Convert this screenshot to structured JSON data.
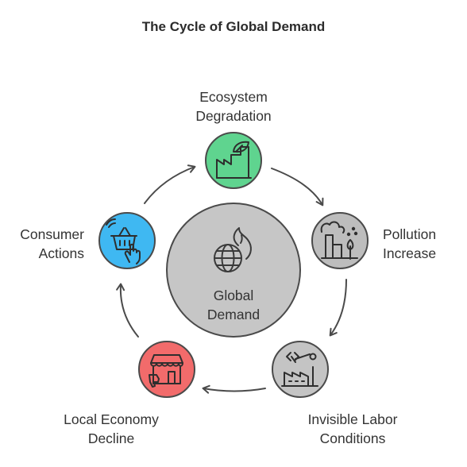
{
  "title": "The Cycle of Global Demand",
  "center": {
    "line1": "Global",
    "line2": "Demand",
    "icon": "globe-with-flame-icon"
  },
  "nodes": [
    {
      "id": "ecosystem",
      "line1": "Ecosystem",
      "line2": "Degradation",
      "color": "#5fd48f",
      "icon": "factory-leaf-icon"
    },
    {
      "id": "pollution",
      "line1": "Pollution",
      "line2": "Increase",
      "color": "#bdbdbd",
      "icon": "smokestack-tree-icon"
    },
    {
      "id": "labor",
      "line1": "Invisible Labor",
      "line2": "Conditions",
      "color": "#c4c4c4",
      "icon": "factory-robot-arm-icon"
    },
    {
      "id": "local",
      "line1": "Local Economy",
      "line2": "Decline",
      "color": "#f26b6b",
      "icon": "storefront-thumbs-down-icon"
    },
    {
      "id": "consumer",
      "line1": "Consumer",
      "line2": "Actions",
      "color": "#3fb8f2",
      "icon": "shopping-basket-hand-icon"
    }
  ]
}
